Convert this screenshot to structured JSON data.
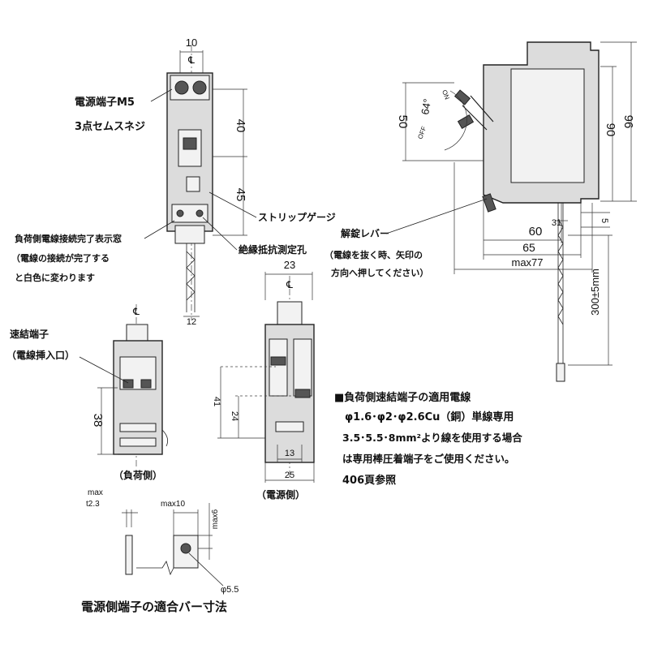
{
  "dims": {
    "front_width": "10",
    "front_top": "40",
    "front_bottom": "45",
    "front_base": "12",
    "side_overall_height": "96",
    "side_body_height": "90",
    "side_lever_height": "50",
    "lever_angle": "64°",
    "lever_on": "ON",
    "lever_off": "OFF",
    "depth_60": "60",
    "depth_65": "65",
    "depth_max77": "max77",
    "small_31": "31",
    "small_5": "5",
    "wire_length": "300±5mm",
    "load_height": "38",
    "source_width_top": "23",
    "source_h41": "41",
    "source_h24": "24",
    "source_w13": "13",
    "source_w25": "25",
    "bar_t_max": "max",
    "bar_t": "t2.3",
    "bar_w": "max10",
    "bar_h": "max6",
    "bar_hole": "φ5.5",
    "cl_symbol": "℄"
  },
  "labels": {
    "power_terminal_1": "電源端子M5",
    "power_terminal_2": "3点セムスネジ",
    "strip_gauge": "ストリップゲージ",
    "insulation_hole": "絶縁抵抗測定孔",
    "load_indicator_1": "負荷側電線接続完了表示窓",
    "load_indicator_2": "（電線の接続が完了する",
    "load_indicator_3": "と白色に変わります",
    "release_lever_1": "解錠レバー",
    "release_lever_2": "（電線を抜く時、矢印の",
    "release_lever_3": "方向へ押してください）",
    "quick_terminal_1": "速結端子",
    "quick_terminal_2": "（電線挿入口）",
    "load_side": "（負荷側）",
    "source_side": "（電源側）",
    "bar_title": "電源側端子の適合バー寸法"
  },
  "note": {
    "title": "■負荷側速結端子の適用電線",
    "line1": "φ1.6･φ2･φ2.6Cu（銅）単線専用",
    "line2": "3.5･5.5･8mm²より線を使用する場合",
    "line3": "は専用棒圧着端子をご使用ください。",
    "line4": "406頁参照"
  }
}
